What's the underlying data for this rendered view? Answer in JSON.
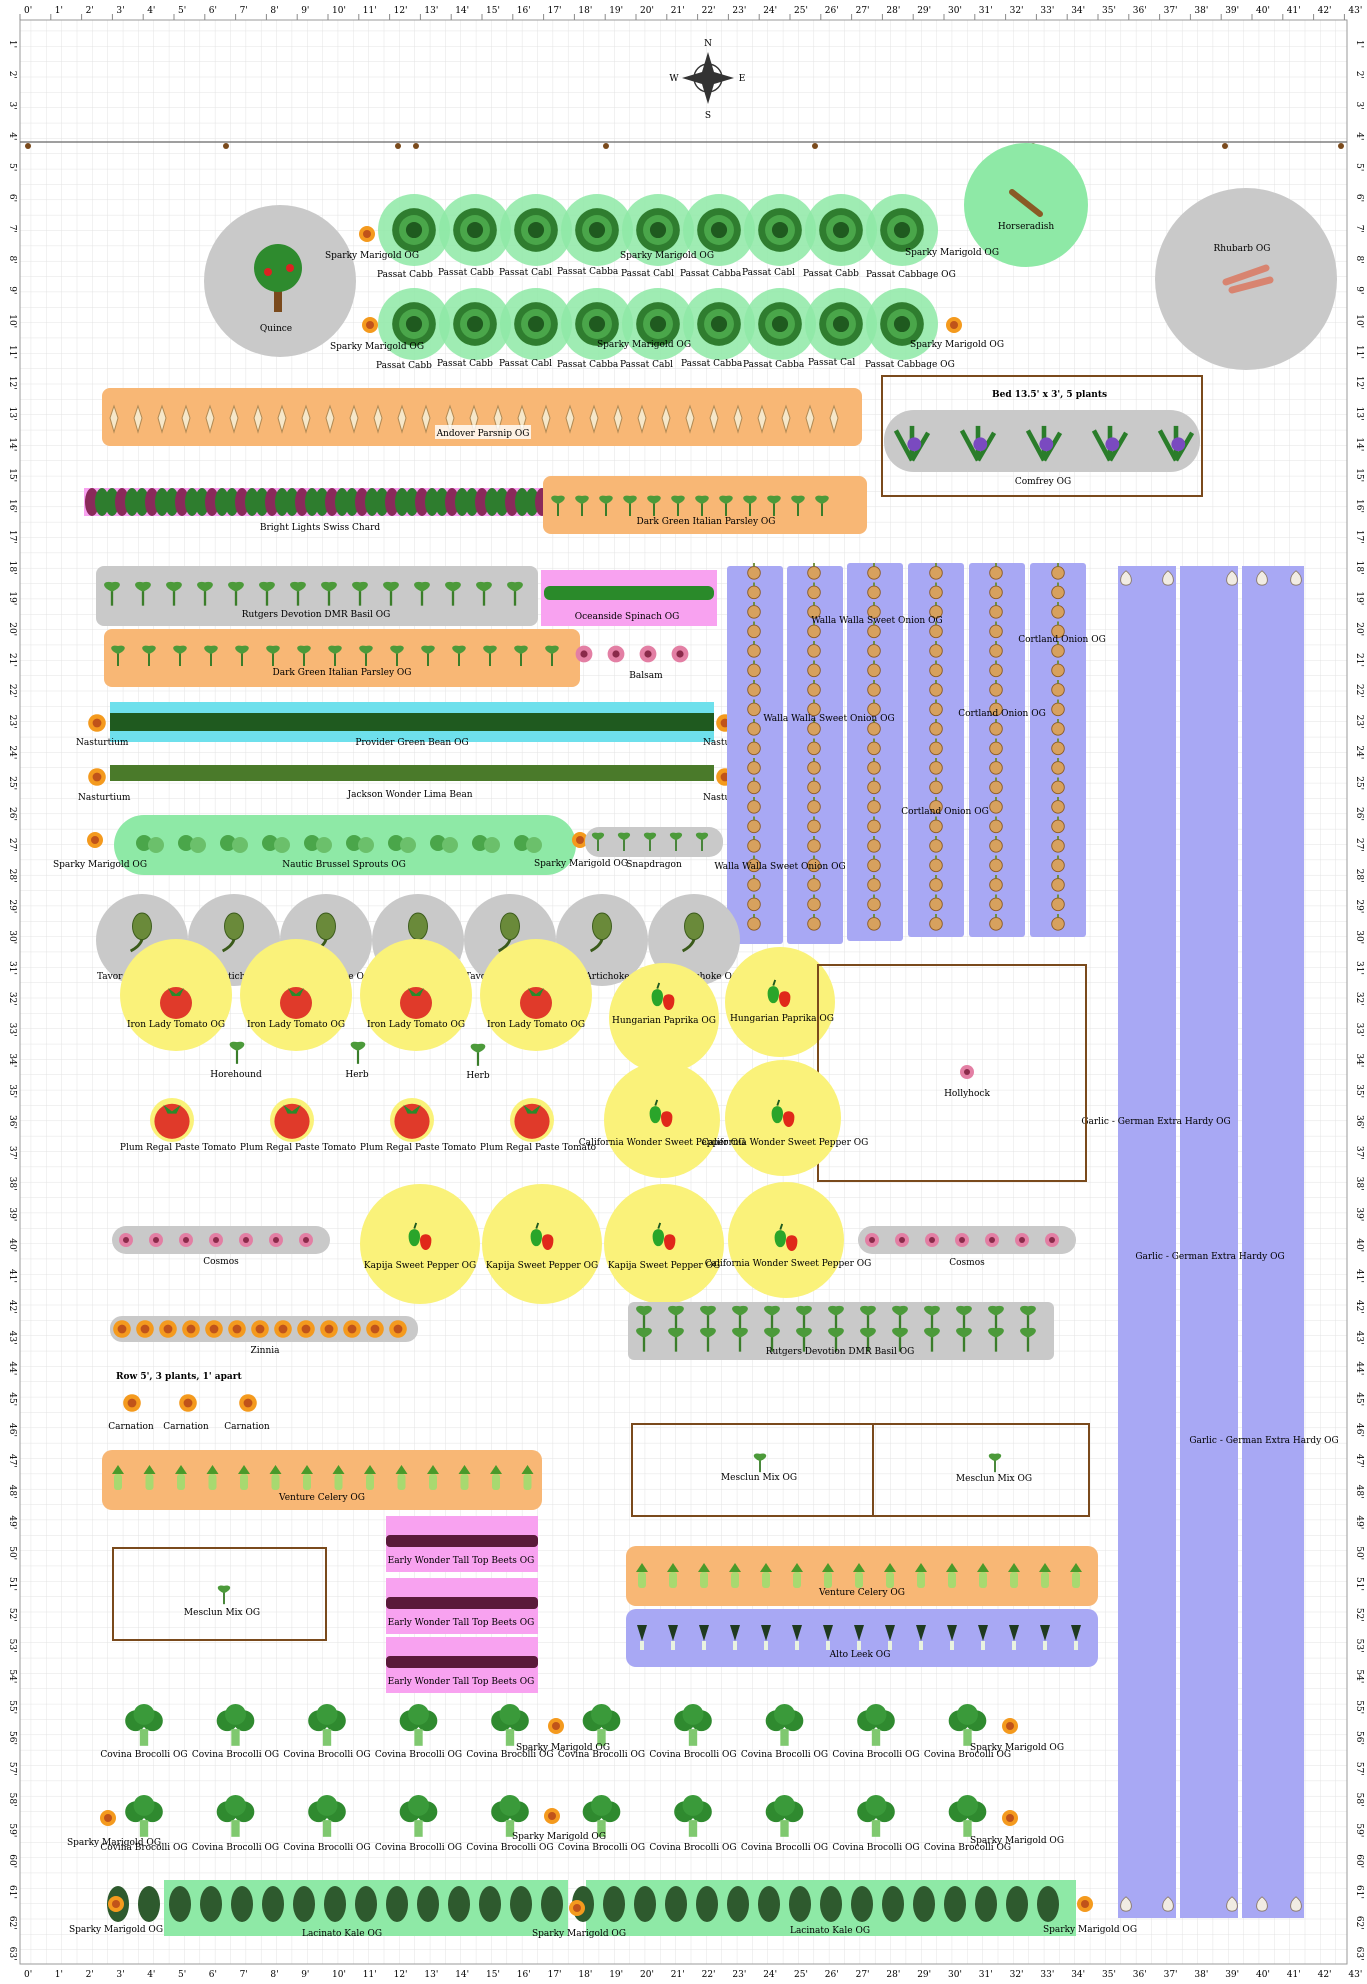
{
  "compass": {
    "n": "N",
    "s": "S",
    "e": "E",
    "w": "W"
  },
  "ruler": {
    "top": [
      "0'",
      "1'",
      "2'",
      "3'",
      "4'",
      "5'",
      "6'",
      "7'",
      "8'",
      "9'",
      "10'",
      "11'",
      "12'",
      "13'",
      "14'",
      "15'",
      "16'",
      "17'",
      "18'",
      "19'",
      "20'",
      "21'",
      "22'",
      "23'",
      "24'",
      "25'",
      "26'",
      "27'",
      "28'",
      "29'",
      "30'",
      "31'",
      "32'",
      "33'",
      "34'",
      "35'",
      "36'",
      "37'",
      "38'",
      "39'",
      "40'",
      "41'",
      "42'",
      "43'"
    ],
    "side": [
      "1'",
      "2'",
      "3'",
      "4'",
      "5'",
      "6'",
      "7'",
      "8'",
      "9'",
      "10'",
      "11'",
      "12'",
      "13'",
      "14'",
      "15'",
      "16'",
      "17'",
      "18'",
      "19'",
      "20'",
      "21'",
      "22'",
      "23'",
      "24'",
      "25'",
      "26'",
      "27'",
      "28'",
      "29'",
      "30'",
      "31'",
      "32'",
      "33'",
      "34'",
      "35'",
      "36'",
      "37'",
      "38'",
      "39'",
      "40'",
      "41'",
      "42'",
      "43'",
      "44'",
      "45'",
      "46'",
      "47'",
      "48'",
      "49'",
      "50'",
      "51'",
      "52'",
      "53'",
      "54'",
      "55'",
      "56'",
      "57'",
      "58'",
      "59'",
      "60'",
      "61'",
      "62'",
      "63'"
    ]
  },
  "colors": {
    "grid": "#e3e3e3",
    "green": "#8ee9a6",
    "gray": "#c9c9c9",
    "orange": "#f8b775",
    "lavender": "#a8a8f4",
    "yellow": "#faf27a",
    "pink": "#f8a2f0",
    "cyan": "#6ee0ec",
    "border": "#7a4a1c"
  },
  "labels": {
    "sparky_1": "Sparky Marigold OG",
    "sparky_2": "Sparky Marigold OG",
    "sparky_3": "Sparky Marigold OG",
    "sparky_4": "Sparky Marigold OG",
    "sparky_5": "Sparky Marigold OG",
    "sparky_6": "Sparky Marigold OG",
    "quince": "Quince",
    "horseradish": "Horseradish",
    "rhubarb": "Rhubarb OG",
    "cab_a": "Passat Cabb",
    "cab_b": "Passat Cabb",
    "cab_c": "Passat Cabl",
    "cab_d": "Passat Cabba",
    "cab_e": "Passat Cabl",
    "cab_f": "Passat Cabba",
    "cab_g": "Passat Cabl",
    "cab_h": "Passat Cabb",
    "cab_last": "Passat Cabbage OG",
    "cab2_a": "Passat Cabb",
    "cab2_b": "Passat Cabb",
    "cab2_c": "Passat Cabl",
    "cab2_d": "Passat Cabba",
    "cab2_e": "Passat Cabl",
    "cab2_f": "Passat Cabba",
    "cab2_g": "Passat Cabba",
    "cab2_h": "Passat Cal",
    "cab2_last": "Passat Cabbage OG",
    "parsnip": "Andover Parsnip OG",
    "bed_title": "Bed 13.5' x 3', 5 plants",
    "comfrey": "Comfrey OG",
    "chard": "Bright Lights Swiss Chard",
    "parsley_1": "Dark Green Italian Parsley OG",
    "parsley_2": "Dark Green Italian Parsley OG",
    "basil_1": "Rutgers Devotion DMR Basil OG",
    "spinach": "Oceanside Spinach OG",
    "balsam": "Balsam",
    "bean": "Provider Green Bean OG",
    "lima": "Jackson Wonder Lima Bean",
    "nasturtium_1": "Nasturtium",
    "nasturtium_2": "Nasturtium",
    "nasturtium_3": "Nasturtium",
    "nasturtium_4": "Nasturtium",
    "onion_1": "Walla Walla Sweet Onion OG",
    "onion_2": "Walla Walla Sweet Onion OG",
    "onion_3": "Walla Walla Sweet Onion OG",
    "cortland_1": "Cortland Onion OG",
    "cortland_2": "Cortland Onion OG",
    "cortland_3": "Cortland Onion OG",
    "sprouts": "Nautic Brussel Sprouts OG",
    "sparky_7": "Sparky Marigold OG",
    "sparky_8": "Sparky Marigold OG",
    "snapdragon": "Snapdragon",
    "art": [
      "Tavor Artichoke OG",
      "Tavor Artichoke OG",
      "Tavor Artichoke OG",
      "Tavor Artichoke OG",
      "Tavor Artichoke OG",
      "Tavor Artichoke OG",
      "Tavor Artichoke OG"
    ],
    "lady": [
      "Iron Lady Tomato OG",
      "Iron Lady Tomato OG",
      "Iron Lady Tomato OG",
      "Iron Lady Tomato OG"
    ],
    "paprika_1": "Hungarian Paprika OG",
    "paprika_2": "Hungarian Paprika OG",
    "horehound": "Horehound",
    "herb_1": "Herb",
    "herb_2": "Herb",
    "hollyhock": "Hollyhock",
    "plum": [
      "Plum Regal Paste Tomato",
      "Plum Regal Paste Tomato",
      "Plum Regal Paste Tomato",
      "Plum Regal Paste Tomato"
    ],
    "cal_1": "California Wonder Sweet Pepper OG",
    "cal_2": "California Wonder Sweet Pepper OG",
    "cal_3": "California Wonder Sweet Pepper OG",
    "garlic_1": "Garlic - German Extra Hardy OG",
    "garlic_2": "Garlic - German Extra Hardy OG",
    "garlic_3": "Garlic - German Extra Hardy OG",
    "cosmos_1": "Cosmos",
    "cosmos_2": "Cosmos",
    "kapija": [
      "Kapija Sweet Pepper OG",
      "Kapija Sweet Pepper OG",
      "Kapija Sweet Pepper OG"
    ],
    "zinnia": "Zinnia",
    "basil_2": "Rutgers Devotion DMR Basil OG",
    "row_note": "Row 5', 3 plants, 1' apart",
    "carnation": [
      "Carnation",
      "Carnation",
      "Carnation"
    ],
    "celery_1": "Venture Celery OG",
    "celery_2": "Venture Celery OG",
    "mesclun_1": "Mesclun Mix OG",
    "mesclun_2": "Mesclun Mix OG",
    "mesclun_3": "Mesclun Mix OG",
    "beets_1": "Early Wonder Tall Top Beets OG",
    "beets_2": "Early Wonder Tall Top Beets OG",
    "beets_3": "Early Wonder Tall Top Beets OG",
    "leek": "Alto Leek OG",
    "broc": "Covina Brocolli OG",
    "sparky_9": "Sparky Marigold OG",
    "sparky_10": "Sparky Marigold OG",
    "sparky_11": "Sparky Marigold OG",
    "sparky_12": "Sparky Marigold OG",
    "sparky_13": "Sparky Marigold OG",
    "sparky_14": "Sparky Marigold OG",
    "sparky_15": "Sparky Marigold OG",
    "sparky_16": "Sparky Marigold OG",
    "kale_1": "Lacinato Kale OG",
    "kale_2": "Lacinato Kale OG"
  }
}
